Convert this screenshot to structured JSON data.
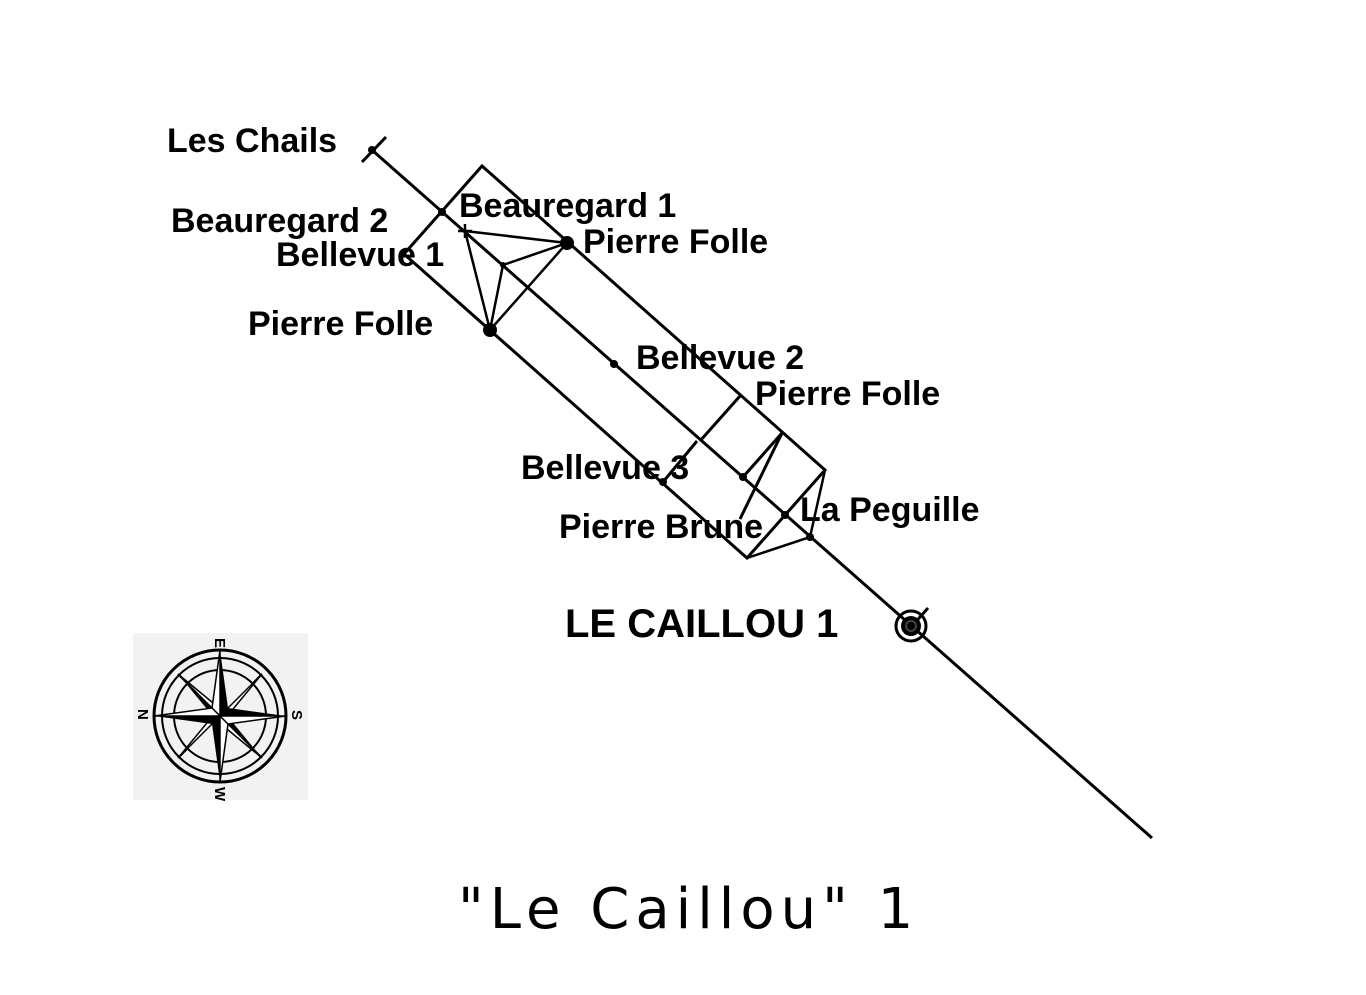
{
  "title": "\"Le Caillou\" 1",
  "main_site": "LE CAILLOU 1",
  "sites": {
    "les_chails": "Les Chails",
    "beauregard_1": "Beauregard 1",
    "beauregard_2": "Beauregard 2",
    "bellevue_1": "Bellevue 1",
    "pierre_folle_a": "Pierre Folle",
    "pierre_folle_b": "Pierre Folle",
    "pierre_folle_c": "Pierre Folle",
    "bellevue_2": "Bellevue 2",
    "bellevue_3": "Bellevue 3",
    "la_peguille": "La Peguille",
    "pierre_brune": "Pierre Brune"
  },
  "compass": {
    "icon": "compass-rose-icon",
    "letters": [
      "E",
      "S",
      "W",
      "N"
    ]
  }
}
